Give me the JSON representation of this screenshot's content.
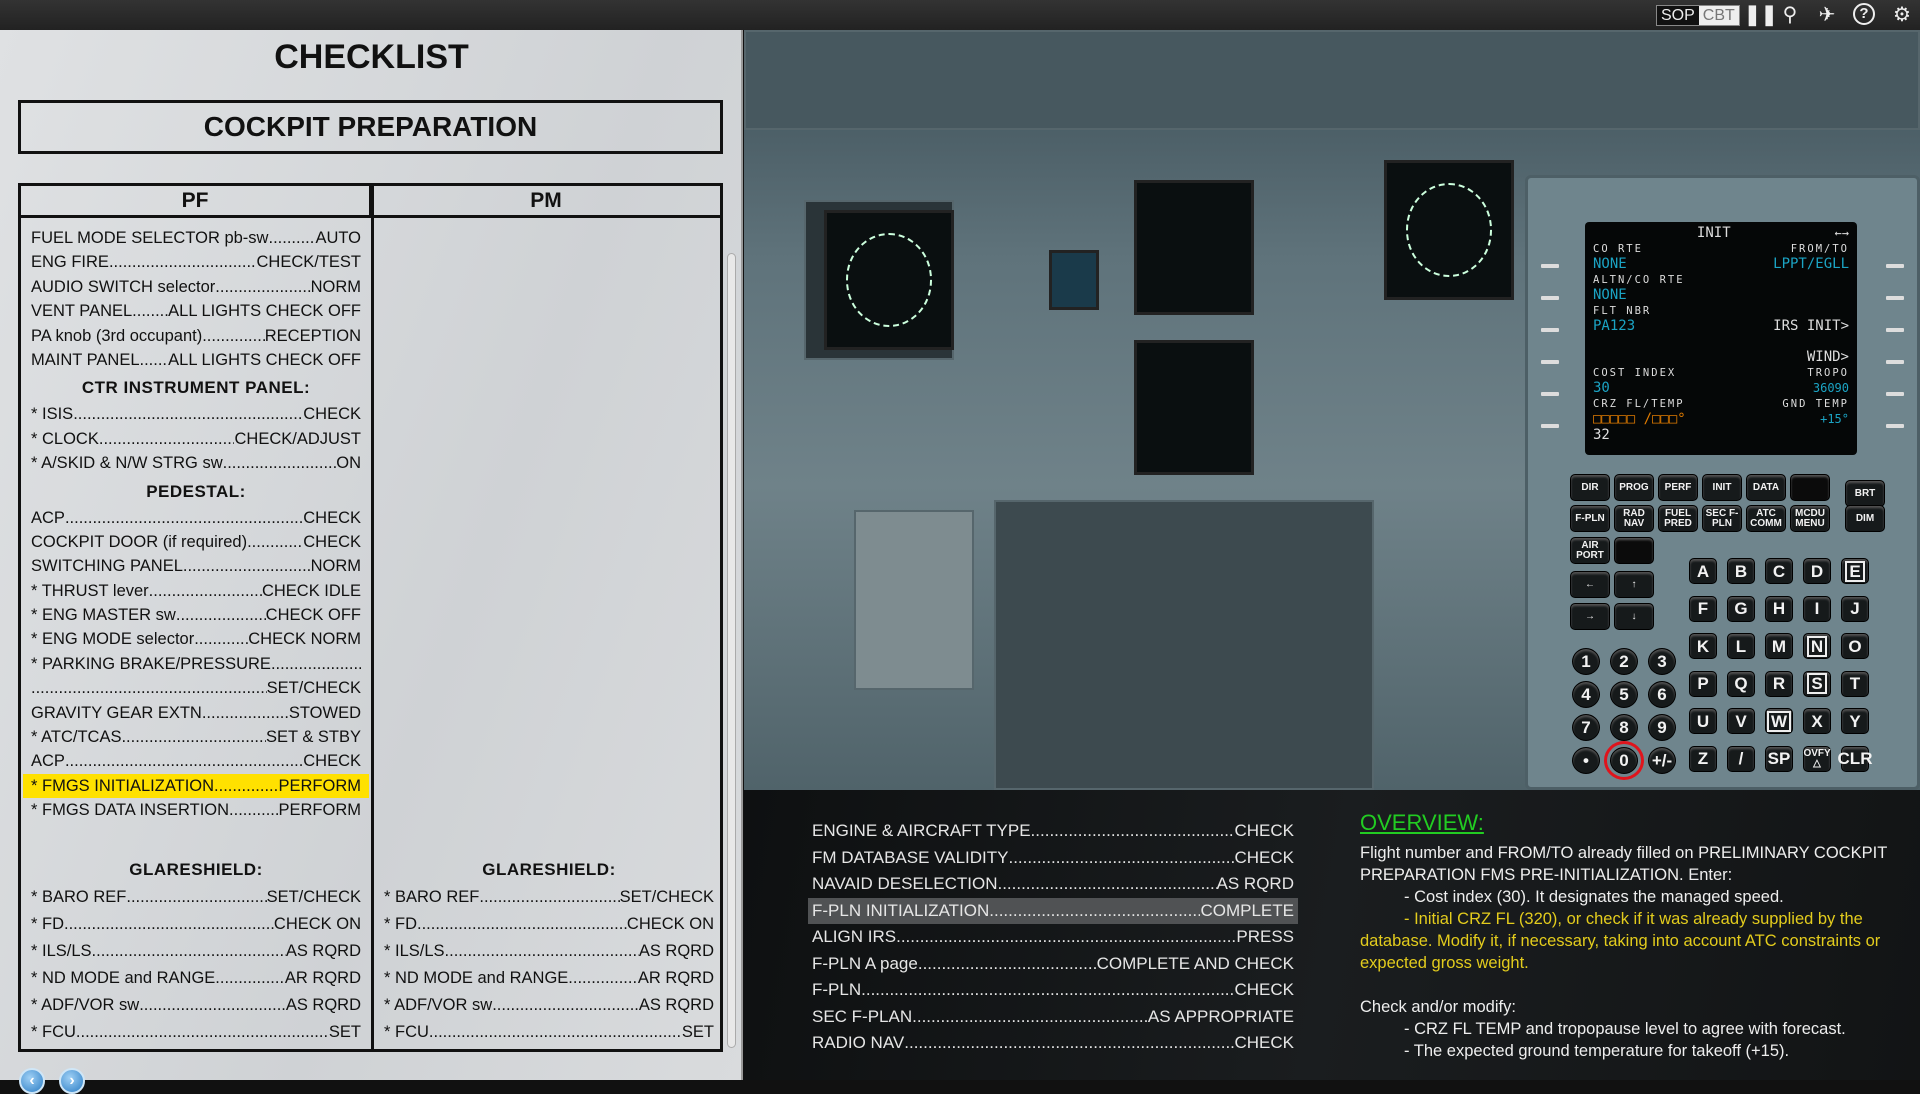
{
  "topbar": {
    "sop": "SOP",
    "cbt": "CBT",
    "icons": [
      "pause-icon",
      "map-route-icon",
      "airplane-icon",
      "help-icon",
      "gear-icon"
    ]
  },
  "checklist": {
    "title": "CHECKLIST",
    "section": "COCKPIT PREPARATION",
    "col_pf": "PF",
    "col_pm": "PM",
    "pf_items": [
      {
        "l": "FUEL MODE SELECTOR pb-sw",
        "v": "AUTO"
      },
      {
        "l": "ENG FIRE",
        "v": "CHECK/TEST"
      },
      {
        "l": "AUDIO SWITCH selector",
        "v": "NORM"
      },
      {
        "l": "VENT PANEL....",
        "v": "ALL LIGHTS CHECK OFF"
      },
      {
        "l": "PA knob (3rd occupant)",
        "v": "RECEPTION"
      },
      {
        "l": "MAINT PANEL....",
        "v": "ALL LIGHTS CHECK OFF"
      },
      {
        "h": "CTR INSTRUMENT PANEL:"
      },
      {
        "l": "* ISIS",
        "v": "CHECK"
      },
      {
        "l": "* CLOCK",
        "v": "CHECK/ADJUST"
      },
      {
        "l": "* A/SKID & N/W STRG sw",
        "v": "ON"
      },
      {
        "h": "PEDESTAL:"
      },
      {
        "l": "ACP",
        "v": "CHECK"
      },
      {
        "l": "COCKPIT DOOR (if required)",
        "v": "CHECK"
      },
      {
        "l": "SWITCHING PANEL",
        "v": "NORM"
      },
      {
        "l": "* THRUST lever",
        "v": "CHECK IDLE"
      },
      {
        "l": "* ENG MASTER sw",
        "v": "CHECK OFF"
      },
      {
        "l": "* ENG MODE selector",
        "v": "CHECK NORM"
      },
      {
        "l": "* PARKING BRAKE/PRESSURE",
        "v": ""
      },
      {
        "l": "",
        "v": "SET/CHECK"
      },
      {
        "l": "GRAVITY GEAR EXTN",
        "v": "STOWED"
      },
      {
        "l": "* ATC/TCAS",
        "v": "SET & STBY"
      },
      {
        "l": "ACP",
        "v": "CHECK"
      },
      {
        "l": "* FMGS INITIALIZATION",
        "v": "PERFORM",
        "hl": true
      },
      {
        "l": "* FMGS DATA INSERTION",
        "v": "PERFORM"
      }
    ],
    "glareshield_heading": "GLARESHIELD:",
    "glareshield_items": [
      {
        "l": "* BARO REF",
        "v": "SET/CHECK"
      },
      {
        "l": "* FD",
        "v": "CHECK ON"
      },
      {
        "l": "* ILS/LS",
        "v": "AS RQRD"
      },
      {
        "l": "* ND MODE and RANGE",
        "v": "AR RQRD"
      },
      {
        "l": "* ADF/VOR sw",
        "v": "AS RQRD"
      },
      {
        "l": "* FCU",
        "v": "SET"
      }
    ],
    "nav": {
      "prev": "‹",
      "next": "›"
    }
  },
  "mcdu": {
    "screen": {
      "title": "INIT",
      "arrows": "←→",
      "co_rte_label": "CO RTE",
      "co_rte": "NONE",
      "from_to_label": "FROM/TO",
      "from_to": "LPPT/EGLL",
      "altn_label": "ALTN/CO RTE",
      "altn": "NONE",
      "flt_nbr_label": "FLT NBR",
      "flt_nbr": "PA123",
      "irs_init": "IRS INIT>",
      "wind": "WIND>",
      "cost_index_label": "COST INDEX",
      "cost_index": "30",
      "tropo_label": "TROPO",
      "tropo": "36090",
      "crz_label": "CRZ FL/TEMP",
      "crz_boxes": "□□□□□ /□□□°",
      "gnd_temp_label": "GND TEMP",
      "gnd_temp": "+15°",
      "scratchpad": "32"
    },
    "fkeys": [
      [
        "DIR",
        "PROG",
        "PERF",
        "INIT",
        "DATA",
        ""
      ],
      [
        "F-PLN",
        "RAD NAV",
        "FUEL PRED",
        "SEC F-PLN",
        "ATC COMM",
        "MCDU MENU"
      ]
    ],
    "airport": "AIR PORT",
    "brt": "BRT",
    "dim": "DIM",
    "arrows": [
      "←",
      "↑",
      "→",
      "↓"
    ],
    "letters": [
      [
        "A",
        "B",
        "C",
        "D",
        "E"
      ],
      [
        "F",
        "G",
        "H",
        "I",
        "J"
      ],
      [
        "K",
        "L",
        "M",
        "N",
        "O"
      ],
      [
        "P",
        "Q",
        "R",
        "S",
        "T"
      ],
      [
        "U",
        "V",
        "W",
        "X",
        "Y"
      ],
      [
        "Z",
        "/",
        "SP",
        "OVFY △",
        "CLR"
      ]
    ],
    "numbers": [
      [
        "1",
        "2",
        "3"
      ],
      [
        "4",
        "5",
        "6"
      ],
      [
        "7",
        "8",
        "9"
      ],
      [
        "•",
        "0",
        "+/-"
      ]
    ],
    "selected_key": "0"
  },
  "procedure": [
    {
      "l": "ENGINE & AIRCRAFT TYPE",
      "v": "CHECK"
    },
    {
      "l": "FM DATABASE VALIDITY",
      "v": "CHECK"
    },
    {
      "l": "NAVAID DESELECTION",
      "v": "AS RQRD"
    },
    {
      "l": "F-PLN INITIALIZATION",
      "v": "COMPLETE",
      "current": true
    },
    {
      "l": "ALIGN IRS ",
      "v": "PRESS"
    },
    {
      "l": "F-PLN A page",
      "v": "COMPLETE AND CHECK"
    },
    {
      "l": "F-PLN",
      "v": "CHECK"
    },
    {
      "l": "SEC F-PLAN",
      "v": "AS APPROPRIATE"
    },
    {
      "l": "RADIO NAV",
      "v": "CHECK"
    }
  ],
  "overview": {
    "title": "OVERVIEW:",
    "p1": "Flight number and FROM/TO already filled on PRELIMINARY COCKPIT PREPARATION FMS PRE-INITIALIZATION. Enter:",
    "b1": "- Cost index (30). It designates the managed speed.",
    "b2": "- Initial CRZ FL (320), or check if it was already supplied by the database. Modify it, if necessary, taking into account ATC constraints or expected gross weight.",
    "p2": "Check and/or modify:",
    "b3": "- CRZ FL TEMP and tropopause level to agree with forecast.",
    "b4": "- The expected ground temperature for takeoff (+15)."
  },
  "colors": {
    "highlight": "#ffe100",
    "overview_title": "#22cc22",
    "overview_note": "#e3cc1d",
    "mcdu_cyan": "#1ba4c4",
    "mcdu_amber": "#e07b00"
  }
}
